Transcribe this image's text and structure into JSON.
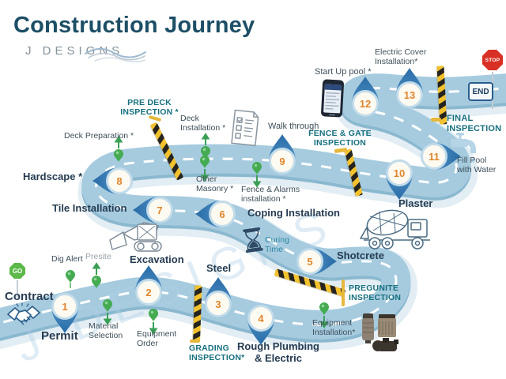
{
  "title": "Construction Journey",
  "brand": "J DESIGNS",
  "watermark": "J DESIGNS",
  "signs": {
    "go": "GO",
    "stop": "STOP",
    "end": "END"
  },
  "milestones": [
    {
      "id": "permit",
      "num": "1",
      "label": "Permit"
    },
    {
      "id": "excavation",
      "num": "2",
      "label": "Excavation"
    },
    {
      "id": "steel",
      "num": "3",
      "label": "Steel"
    },
    {
      "id": "rough-plumbing",
      "num": "4",
      "label": "Rough Plumbing\n& Electric"
    },
    {
      "id": "shotcrete",
      "num": "5",
      "label": "Shotcrete"
    },
    {
      "id": "coping",
      "num": "6",
      "label": "Coping Installation"
    },
    {
      "id": "tile",
      "num": "7",
      "label": "Tile Installation"
    },
    {
      "id": "hardscape",
      "num": "8",
      "label": "Hardscape *"
    },
    {
      "id": "walk-through",
      "num": "9",
      "label": "Walk through"
    },
    {
      "id": "plaster",
      "num": "10",
      "label": "Plaster"
    },
    {
      "id": "fill-pool",
      "num": "11",
      "label": "Fill Pool\nwith Water"
    },
    {
      "id": "start-up",
      "num": "12",
      "label": "Start Up pool *"
    },
    {
      "id": "electric-cover",
      "num": "13",
      "label": "Electric Cover\nInstallation*"
    }
  ],
  "notes": [
    {
      "id": "dig-alert",
      "label": "Dig Alert"
    },
    {
      "id": "presite",
      "label": "Presite"
    },
    {
      "id": "material-selection",
      "label": "Material\nSelection"
    },
    {
      "id": "equipment-order",
      "label": "Equipment\nOrder"
    },
    {
      "id": "equipment-installation",
      "label": "Equipment\nInstallation*"
    },
    {
      "id": "fence-alarms",
      "label": "Fence & Alarms\ninstallation *"
    },
    {
      "id": "other-masonry",
      "label": "Other\nMasonry *"
    },
    {
      "id": "deck-installation",
      "label": "Deck\nInstallation *"
    },
    {
      "id": "deck-preparation",
      "label": "Deck Preparation *"
    }
  ],
  "inspections": [
    {
      "id": "pre-deck",
      "label": "PRE DECK\nINSPECTION *"
    },
    {
      "id": "grading",
      "label": "GRADING\nINSPECTION*"
    },
    {
      "id": "pregunite",
      "label": "PREGUNITE\nINSPECTION"
    },
    {
      "id": "fence-gate",
      "label": "FENCE & GATE\nINSPECTION"
    },
    {
      "id": "final",
      "label": "FINAL\nINSPECTION"
    },
    {
      "id": "curing",
      "label": "Curing\nTime"
    }
  ],
  "labels": {
    "contract": "Contract"
  },
  "icons": {
    "handshake": "handshake-icon",
    "skid_steer": "skid-steer-loader-icon",
    "mixer_truck": "concrete-mixer-truck-icon",
    "checklist": "checklist-icon",
    "phone": "smartphone-icon",
    "hourglass": "hourglass-icon",
    "faucet": "water-faucet-icon",
    "pool_equipment": "pool-equipment-icon",
    "waves": "wave-lines-icon"
  },
  "colors": {
    "title": "#1d4f66",
    "road": "#a6cbdf",
    "road_edge": "#8ab8cf",
    "marker_pin": "#3d85bd",
    "number": "#e1862c",
    "inspection_teal": "#17707f",
    "note_green": "#4caf50",
    "hazard_yellow": "#f2c12e",
    "go_green": "#5cb849",
    "stop_red": "#d93025"
  }
}
